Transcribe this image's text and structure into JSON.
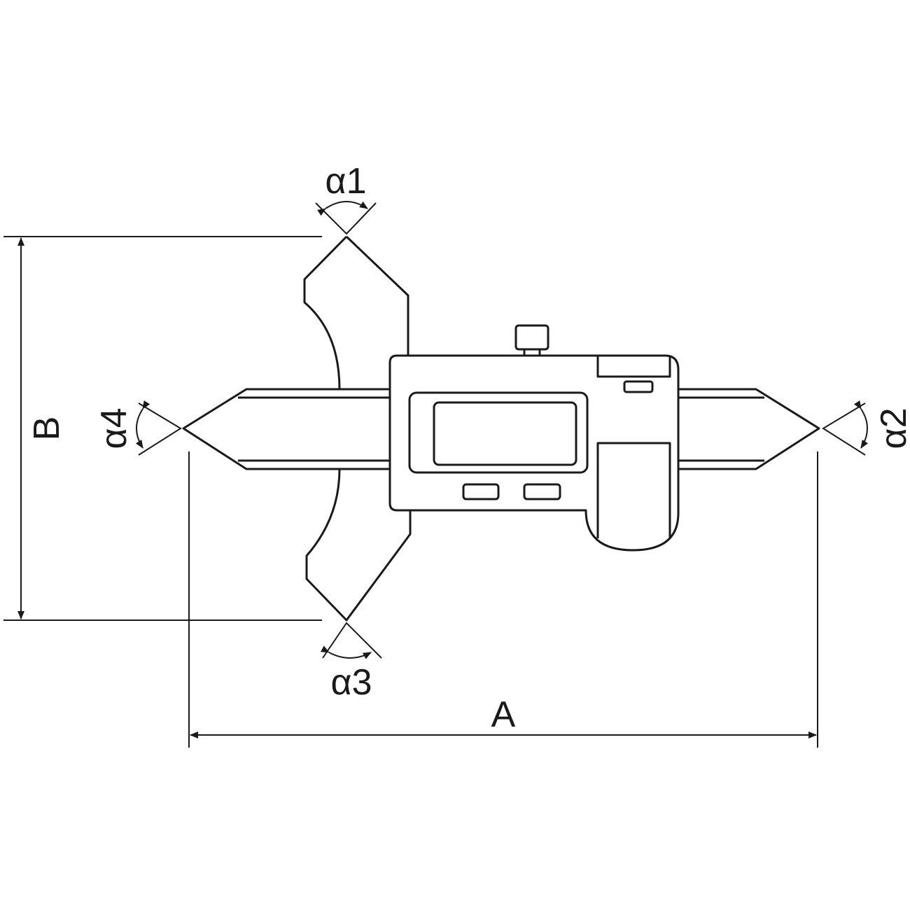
{
  "diagram": {
    "dimensions": {
      "A": "A",
      "B": "B"
    },
    "angles": {
      "a1": "α1",
      "a2": "α2",
      "a3": "α3",
      "a4": "α4"
    },
    "stroke_color": "#1a1a1a"
  }
}
